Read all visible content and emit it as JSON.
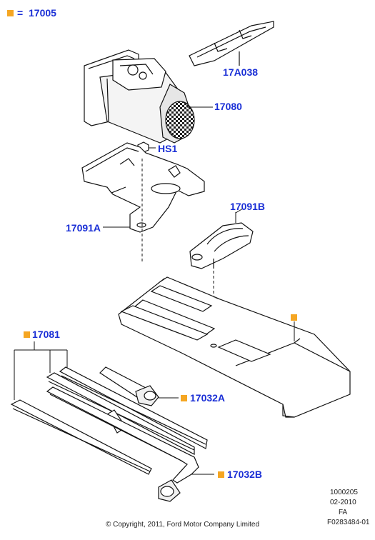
{
  "legend": {
    "prefix": "=",
    "part": "17005",
    "marker_color": "#f5a623"
  },
  "callouts": {
    "c17a038": "17A038",
    "c17080": "17080",
    "chs1": "HS1",
    "c17091b": "17091B",
    "c17091a": "17091A",
    "c17081": "17081",
    "c17032a": "17032A",
    "c17032b": "17032B"
  },
  "meta": {
    "line1": "1000205",
    "line2": "02-2010",
    "line3": "FA",
    "line4": "F0283484-01",
    "copyright": "© Copyright, 2011, Ford Motor Company Limited"
  },
  "colors": {
    "callout": "#1a2fd6",
    "marker": "#f5a623",
    "line": "#111111"
  }
}
